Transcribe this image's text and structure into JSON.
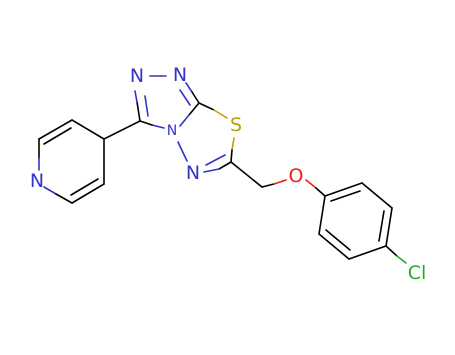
{
  "molecule": {
    "atom_labels": {
      "n_triazole_top_left": "N",
      "n_triazole_top_right": "N",
      "n_bridge": "N",
      "n_thiadiazole": "N",
      "s_thiadiazole": "S",
      "o_ether": "O",
      "n_pyridine": "N",
      "cl": "Cl"
    },
    "colors": {
      "bond": "#000000",
      "nitrogen": "#3333cc",
      "sulfur": "#b8a000",
      "oxygen": "#e8230f",
      "chlorine": "#22aa22",
      "background": "#ffffff"
    }
  }
}
